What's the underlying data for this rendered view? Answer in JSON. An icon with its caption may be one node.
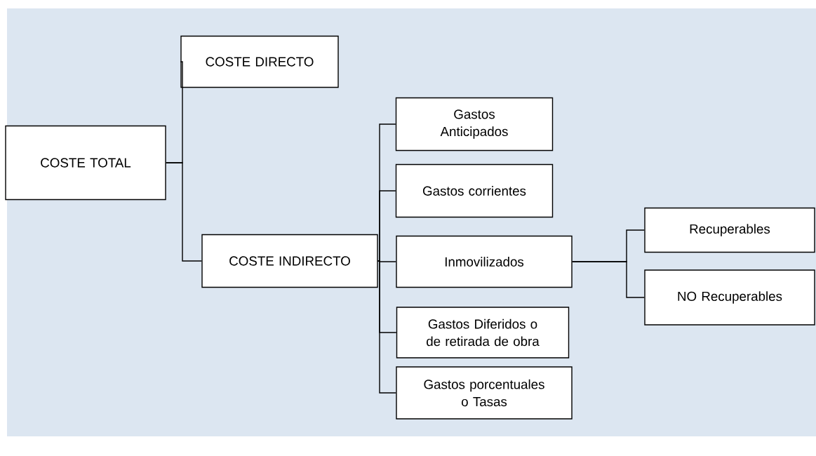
{
  "diagram": {
    "nodes": [
      {
        "text": [
          "COSTE TOTAL"
        ]
      },
      {
        "text": [
          "COSTE DIRECTO"
        ]
      },
      {
        "text": [
          "COSTE INDIRECTO"
        ]
      },
      {
        "text": [
          "Gastos Anticipados"
        ]
      },
      {
        "text": [
          "Gastos corrientes"
        ]
      },
      {
        "text": [
          "Inmovilizados"
        ]
      },
      {
        "text": [
          "Gastos Diferidos o de retirada de obra"
        ]
      },
      {
        "text": [
          "Gastos porcentuales o Tasas"
        ]
      },
      {
        "text": [
          "Recuperables"
        ]
      },
      {
        "text": [
          "NO Recuperables"
        ]
      }
    ],
    "edges": [
      {
        "from": 0,
        "to": 1,
        "arrow": "none"
      },
      {
        "from": 0,
        "to": 2,
        "arrow": "none"
      },
      {
        "from": 2,
        "to": 3,
        "arrow": "none"
      },
      {
        "from": 2,
        "to": 4,
        "arrow": "none"
      },
      {
        "from": 2,
        "to": 5,
        "arrow": "none"
      },
      {
        "from": 2,
        "to": 6,
        "arrow": "none"
      },
      {
        "from": 2,
        "to": 7,
        "arrow": "none"
      },
      {
        "from": 5,
        "to": 8,
        "arrow": "none"
      },
      {
        "from": 5,
        "to": 9,
        "arrow": "none"
      }
    ]
  }
}
